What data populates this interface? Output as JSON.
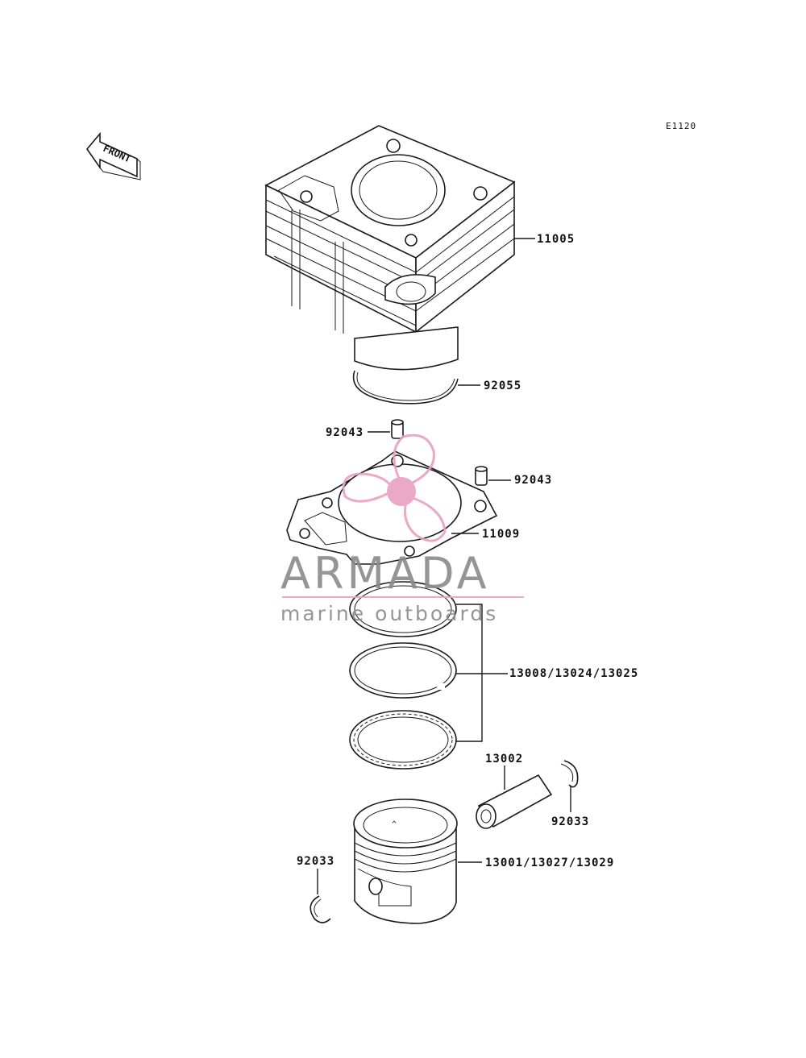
{
  "diagram_code": "E1120",
  "front_arrow": {
    "label": "FRONT",
    "icon": "front-direction-arrow-icon"
  },
  "callouts": {
    "cylinder": "11005",
    "o_ring": "92055",
    "dowel_pin_left": "92043",
    "dowel_pin_right": "92043",
    "cylinder_gasket": "11009",
    "piston_rings": "13008/13024/13025",
    "piston_pin": "13002",
    "circlip_right": "92033",
    "circlip_left": "92033",
    "piston": "13001/13027/13029"
  },
  "watermark": {
    "brand": "ARMADA",
    "tagline": "marine outboards",
    "logo_icon": "propeller-logo-icon",
    "accent_color": "#e8a0c0",
    "text_color": "#8a8a8a"
  }
}
